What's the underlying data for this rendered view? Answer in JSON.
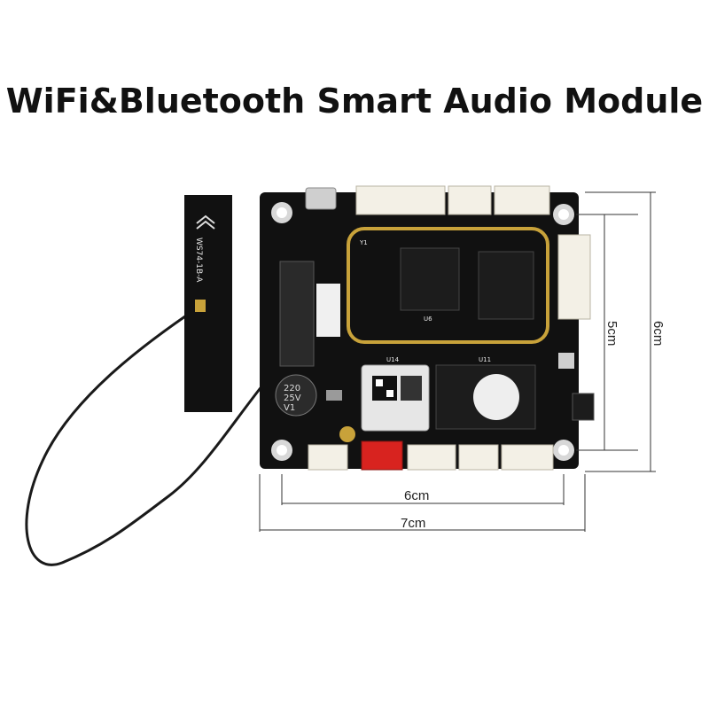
{
  "title": "WiFi&Bluetooth Smart Audio Module",
  "dimensions": {
    "inner_width": "6cm",
    "outer_width": "7cm",
    "inner_height": "5cm",
    "outer_height": "6cm"
  },
  "antenna": {
    "label": "WS74-1B-A"
  },
  "components": {
    "capacitor": [
      "220",
      "25V",
      "V1"
    ],
    "u14_label": "U14",
    "u11_label": "U11",
    "u6_label": "U6",
    "y1_label": "Y1"
  },
  "colors": {
    "pcb": "#111111",
    "gold_trace": "#c8a23a",
    "connector": "#f3f0e6",
    "red_connector": "#d8231f",
    "cable": "#1a1a1a"
  }
}
